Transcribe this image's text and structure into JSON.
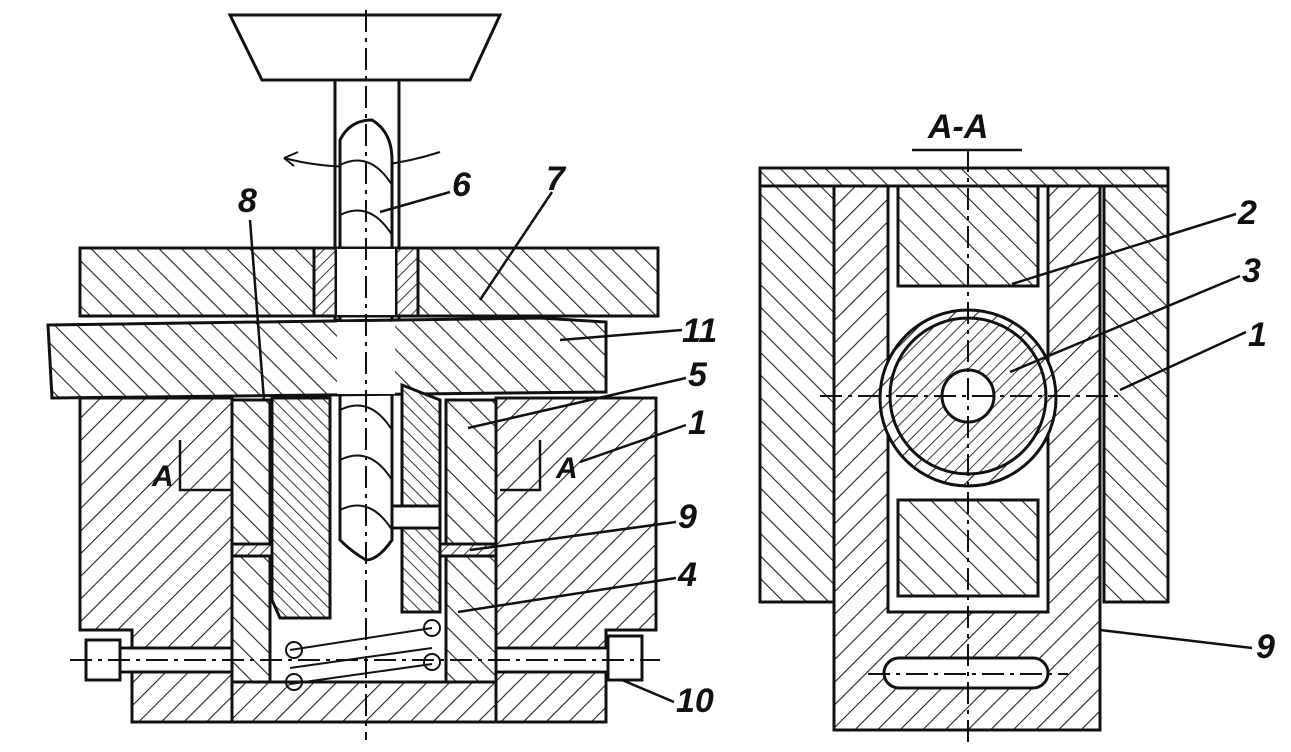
{
  "section_label": "A-A",
  "section_marks": {
    "left": "A",
    "right": "A"
  },
  "callouts": {
    "main_view": [
      "8",
      "6",
      "7",
      "11",
      "5",
      "1",
      "9",
      "4",
      "10"
    ],
    "section_view": [
      "2",
      "3",
      "1",
      "9"
    ]
  },
  "colors": {
    "ink": "#111111",
    "paper": "#ffffff",
    "hatch": "#222222"
  }
}
